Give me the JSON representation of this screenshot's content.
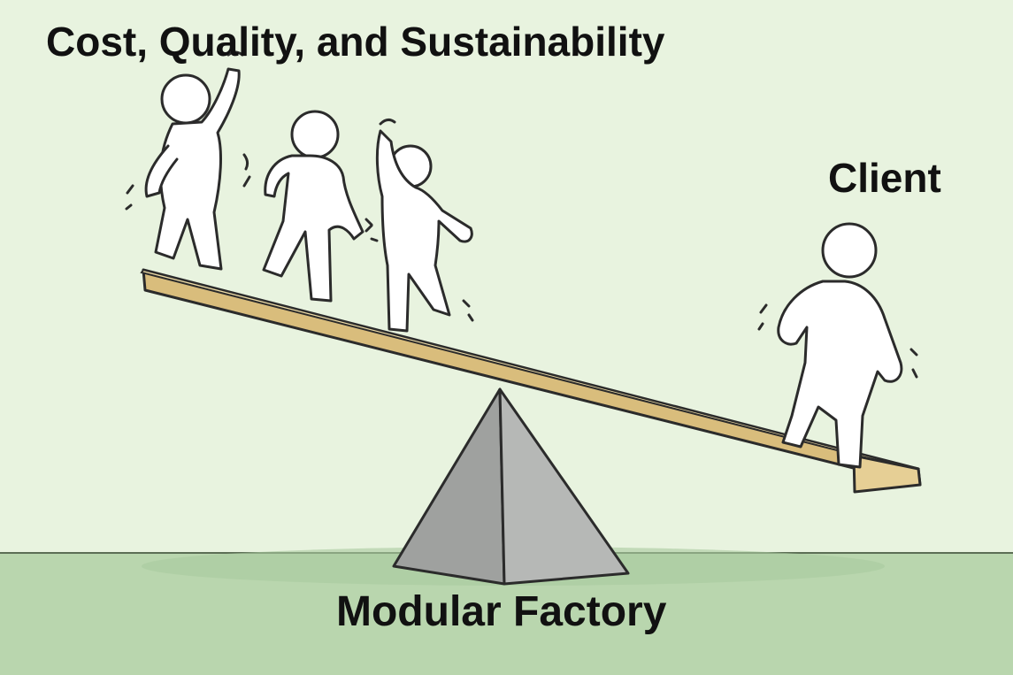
{
  "labels": {
    "left_group": "Cost, Quality, and Sustainability",
    "client": "Client",
    "fulcrum": "Modular Factory"
  },
  "colors": {
    "background": "#e8f3df",
    "ground": "#b9d6ae",
    "plank": "#e6cf95",
    "fulcrum": "#a9aba9",
    "outline": "#2b2b2b",
    "figure_fill": "#ffffff"
  },
  "figures": {
    "left_count": 3,
    "right_count": 1
  }
}
